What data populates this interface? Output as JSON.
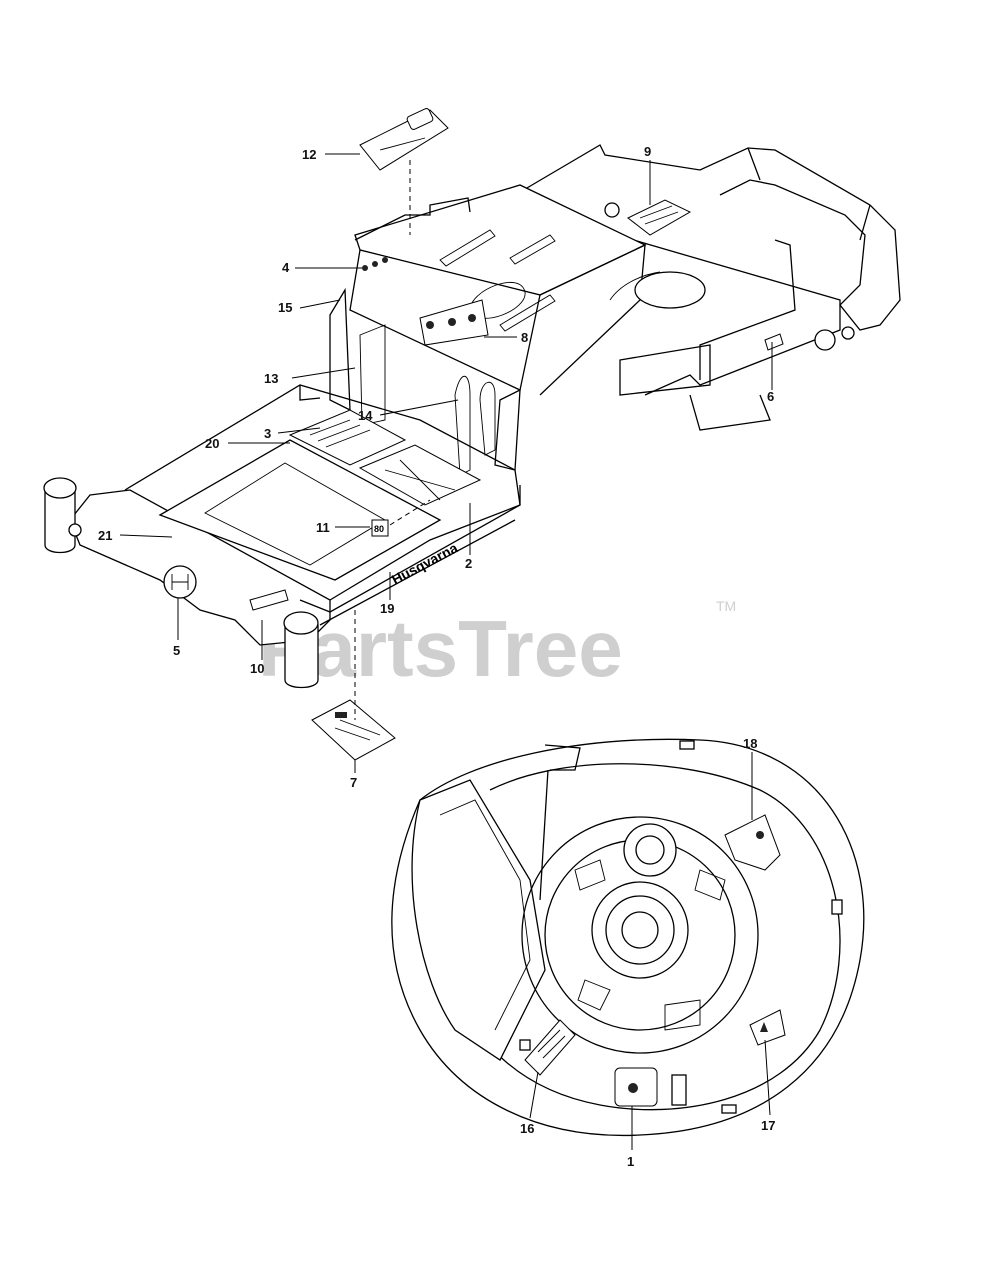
{
  "watermark": {
    "text": "PartsTree",
    "trademark": "TM"
  },
  "brand_text": "Husqvarna",
  "decal_11_text": "80",
  "part_labels": {
    "p1": "1",
    "p2": "2",
    "p3": "3",
    "p4": "4",
    "p5": "5",
    "p6": "6",
    "p7": "7",
    "p8": "8",
    "p9": "9",
    "p10": "10",
    "p11": "11",
    "p12": "12",
    "p13": "13",
    "p14": "14",
    "p15": "15",
    "p16": "16",
    "p17": "17",
    "p18": "18",
    "p19": "19",
    "p20": "20",
    "p21": "21"
  }
}
